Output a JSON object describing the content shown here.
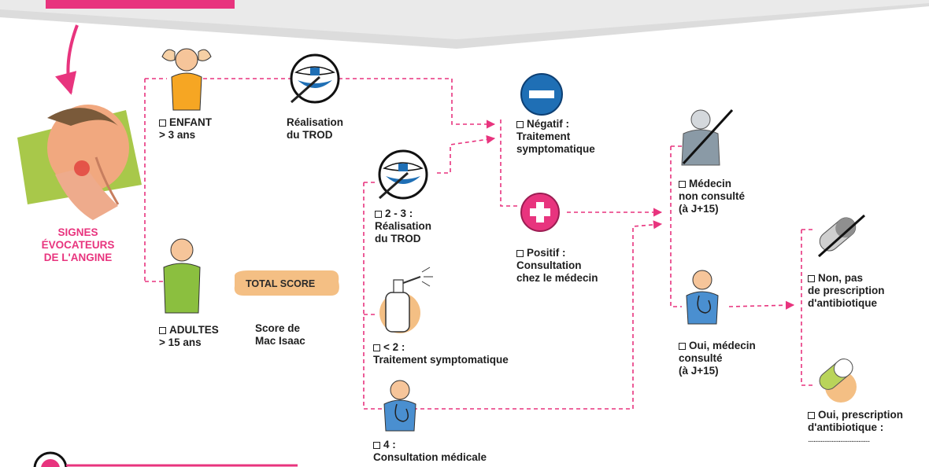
{
  "colors": {
    "accent_pink": "#e8347e",
    "banner_gray": "#d9d9d9",
    "negative_blue": "#1f6fb5",
    "skin": "#f4b97f",
    "child_shirt": "#f6a623",
    "adult_shirt": "#8bbf3f",
    "doctor_coat": "#4a8fd0",
    "crossed_doctor": "#8a9aa6",
    "score_badge": "#f4bf84"
  },
  "icons": {
    "throat": "sore-throat-illustration",
    "child": "child-figure-icon",
    "adult": "adult-figure-icon",
    "trod": "open-mouth-swab-icon",
    "negative": "minus-circle-icon",
    "positive": "plus-circle-icon",
    "spray": "throat-spray-icon",
    "doctor": "doctor-icon",
    "pill": "pill-icon"
  },
  "signs": {
    "line1": "SIGNES",
    "line2": "ÉVOCATEURS",
    "line3": "DE L'ANGINE"
  },
  "child": {
    "line1": "ENFANT",
    "line2": "> 3 ans"
  },
  "adult": {
    "line1": "ADULTES",
    "line2": "> 15 ans"
  },
  "trod_child": {
    "line1": "Réalisation",
    "line2": "du TROD"
  },
  "total_score": "TOTAL SCORE",
  "score_caption": {
    "line1": "Score de",
    "line2": "Mac Isaac"
  },
  "score_2_3": {
    "line1": "2 - 3 :",
    "line2": "Réalisation",
    "line3": "du TROD"
  },
  "score_lt2": {
    "line1": "< 2 :",
    "line2": "Traitement symptomatique"
  },
  "score_4": {
    "line1": "4 :",
    "line2": "Consultation médicale"
  },
  "negative": {
    "line1": "Négatif :",
    "line2": "Traitement",
    "line3": "symptomatique"
  },
  "positive": {
    "line1": "Positif :",
    "line2": "Consultation",
    "line3": "chez le médecin"
  },
  "doctor_not": {
    "line1": "Médecin",
    "line2": "non consulté",
    "line3": "(à J+15)"
  },
  "doctor_yes": {
    "line1": "Oui, médecin",
    "line2": "consulté",
    "line3": "(à J+15)"
  },
  "no_rx": {
    "line1": "Non, pas",
    "line2": "de prescription",
    "line3": "d'antibiotique"
  },
  "yes_rx": {
    "line1": "Oui, prescription",
    "line2": "d'antibiotique :",
    "line3": "............................................"
  }
}
